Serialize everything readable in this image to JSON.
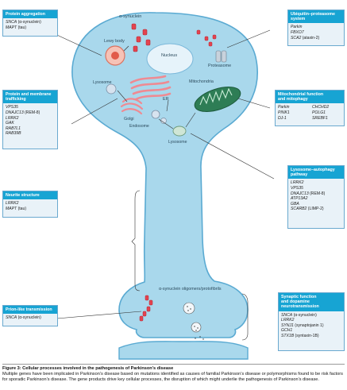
{
  "diagram": {
    "labels": {
      "alpha_synuclein_top": "α-synuclein",
      "lewy_body": "Lewy body",
      "nucleus": "Nucleus",
      "proteasome": "Proteasome",
      "lysosome_left": "Lysosome",
      "er": "ER",
      "golgi": "Golgi",
      "mitochondria": "Mitochondria",
      "endosome": "Endosome",
      "lysosome_bottom": "Lysosome",
      "alpha_synuclein_oligomers": "α-synuclein oligomers/protofibrils"
    }
  },
  "boxes": {
    "protein_aggregation": {
      "title": "Protein aggregation",
      "genes": [
        {
          "symbol": "SNCA",
          "note": " (α-synuclein)"
        },
        {
          "symbol": "MAPT",
          "note": " (tau)"
        }
      ]
    },
    "protein_membrane": {
      "title_line1": "Protein and membrane",
      "title_line2": "trafficking",
      "genes": [
        {
          "symbol": "VPS35",
          "note": ""
        },
        {
          "symbol": "DNAJC13",
          "note": " (REM-8)"
        },
        {
          "symbol": "LRRK2",
          "note": ""
        },
        {
          "symbol": "GAK",
          "note": ""
        },
        {
          "symbol": "RAB7L1",
          "note": ""
        },
        {
          "symbol": "RAB39B",
          "note": ""
        }
      ]
    },
    "neurite_structure": {
      "title": "Neurite structure",
      "genes": [
        {
          "symbol": "LRRK2",
          "note": ""
        },
        {
          "symbol": "MAPT",
          "note": " (tau)"
        }
      ]
    },
    "prion_like": {
      "title": "Prion-like transmission",
      "genes": [
        {
          "symbol": "SNCA",
          "note": " (α-synuclein)"
        }
      ]
    },
    "ubiquitin_proteasome": {
      "title_line1": "Ubiquitin–proteasome",
      "title_line2": "system",
      "genes": [
        {
          "symbol": "Parkin",
          "note": ""
        },
        {
          "symbol": "FBXO7",
          "note": ""
        },
        {
          "symbol": "SCA2",
          "note": " (ataxin-2)"
        }
      ]
    },
    "mitochondrial": {
      "title_line1": "Mitochondrial function",
      "title_line2": "and mitophagy",
      "genes_left": [
        "Parkin",
        "PINK1",
        "DJ-1"
      ],
      "genes_right": [
        "CHCHD2",
        "POLG1",
        "SREBF1"
      ]
    },
    "lysosome_autophagy": {
      "title_line1": "Lysosome–autophagy",
      "title_line2": "pathway",
      "genes": [
        {
          "symbol": "LRRK2",
          "note": ""
        },
        {
          "symbol": "VPS35",
          "note": ""
        },
        {
          "symbol": "DNAJC13",
          "note": " (REM-8)"
        },
        {
          "symbol": "ATP13A2",
          "note": ""
        },
        {
          "symbol": "GBA",
          "note": ""
        },
        {
          "symbol": "SCARB2",
          "note": " (LIMP-2)"
        }
      ]
    },
    "synaptic": {
      "title_line1": "Synaptic function",
      "title_line2": "and dopamine",
      "title_line3": "neurotransmission",
      "genes": [
        {
          "symbol": "SNCA",
          "note": " (α-synuclein)"
        },
        {
          "symbol": "LRRK2",
          "note": ""
        },
        {
          "symbol": "SYNJ1",
          "note": " (synaptojanin 1)"
        },
        {
          "symbol": "GCH1",
          "note": ""
        },
        {
          "symbol": "STX1B",
          "note": " (syntaxin-1B)"
        }
      ]
    }
  },
  "caption": {
    "title": "Figure 3: Cellular processes involved in the pathogenesis of Parkinson’s disease",
    "text": "Multiple genes have been implicated in Parkinson’s disease based on mutations identified as causes of familial Parkinson’s disease or polymorphisms found to be risk factors for sporadic Parkinson’s disease. The gene products drive key cellular processes, the disruption of which might underlie the pathogenesis of Parkinson’s disease."
  },
  "colors": {
    "cell_fill": "#a9d8ec",
    "cell_stroke": "#5aaad2",
    "box_header": "#17a4d3",
    "box_fill": "#e9f2f8",
    "aggregate": "#e3434f",
    "golgi": "#ef8a92",
    "mitochondria": "#2e7d55",
    "nucleus": "#e6f3fa"
  }
}
